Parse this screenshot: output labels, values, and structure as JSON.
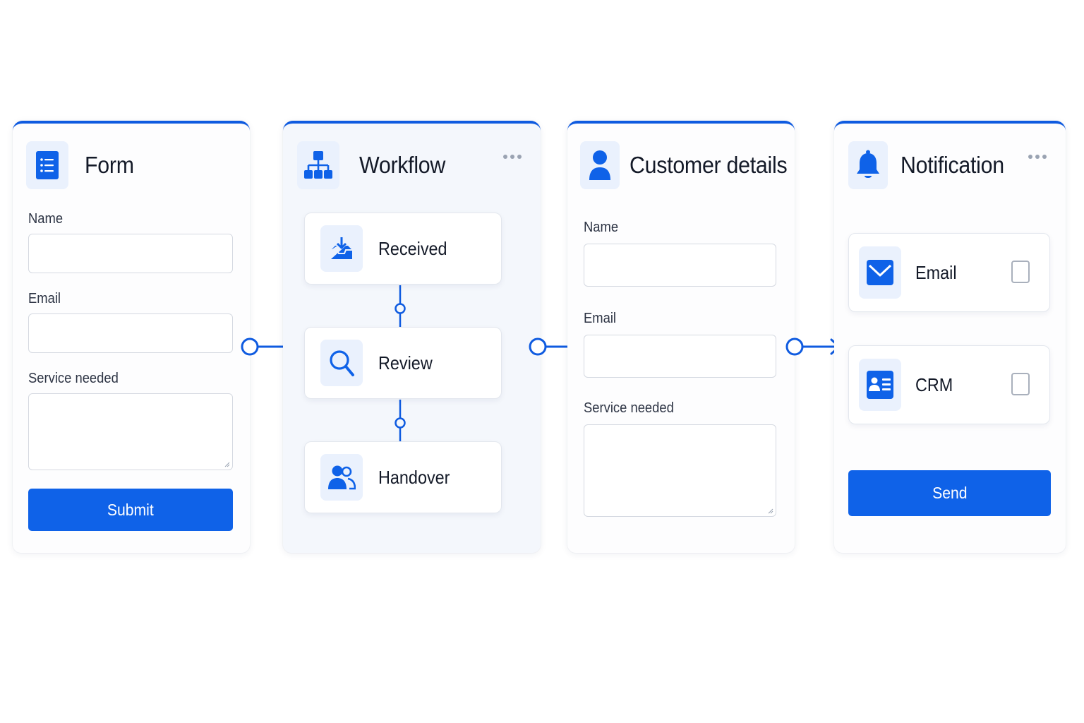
{
  "form": {
    "title": "Form",
    "icon": "form-list-icon",
    "fields": {
      "name_label": "Name",
      "email_label": "Email",
      "service_label": "Service needed"
    },
    "submit_label": "Submit"
  },
  "workflow": {
    "title": "Workflow",
    "icon": "hierarchy-icon",
    "more_icon": "more-horizontal-icon",
    "steps": [
      {
        "label": "Received",
        "icon": "inbox-download-icon"
      },
      {
        "label": "Review",
        "icon": "search-icon"
      },
      {
        "label": "Handover",
        "icon": "users-icon"
      }
    ]
  },
  "customer": {
    "title": "Customer details",
    "icon": "user-icon",
    "fields": {
      "name_label": "Name",
      "email_label": "Email",
      "service_label": "Service needed"
    }
  },
  "notification": {
    "title": "Notification",
    "icon": "bell-icon",
    "more_icon": "more-horizontal-icon",
    "options": [
      {
        "label": "Email",
        "icon": "envelope-icon",
        "checked": false
      },
      {
        "label": "CRM",
        "icon": "contact-card-icon",
        "checked": false
      }
    ],
    "send_label": "Send"
  },
  "colors": {
    "accent": "#0f62e8",
    "icon_tile": "#eaf1fd",
    "card_border_top": "#0f5be0"
  }
}
